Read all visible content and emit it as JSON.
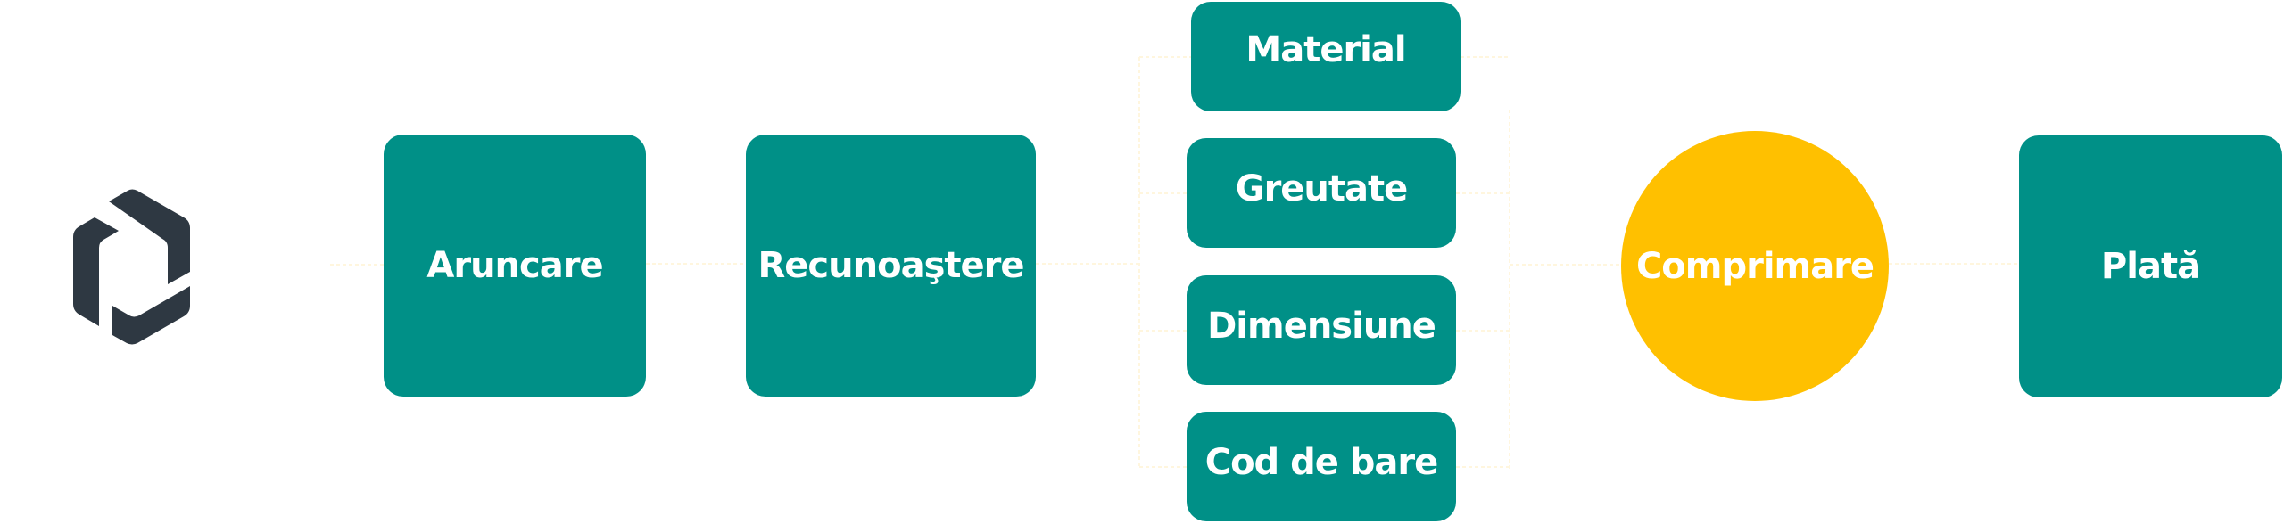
{
  "diagram": {
    "title": "",
    "colors": {
      "step_fill": "#009087",
      "highlight_fill": "#FFC000",
      "text": "#FFFFFF",
      "logo": "#2E3842",
      "connector": "#FFF6DE"
    },
    "logo": {
      "icon": "hexagon-logo-icon"
    },
    "steps": [
      {
        "id": "aruncare",
        "label": "Aruncare",
        "shape": "rounded-box"
      },
      {
        "id": "recunoastere",
        "label": "Recunoaştere",
        "shape": "rounded-box"
      },
      {
        "id": "criteria",
        "group": [
          {
            "id": "material",
            "label": "Material",
            "shape": "rounded-box"
          },
          {
            "id": "greutate",
            "label": "Greutate",
            "shape": "rounded-box"
          },
          {
            "id": "dimensiune",
            "label": "Dimensiune",
            "shape": "rounded-box"
          },
          {
            "id": "codbare",
            "label": "Cod de bare",
            "shape": "rounded-box"
          }
        ]
      },
      {
        "id": "comprimare",
        "label": "Comprimare",
        "shape": "circle"
      },
      {
        "id": "plata",
        "label": "Plată",
        "shape": "rounded-box"
      }
    ],
    "labels": {
      "aruncare": "Aruncare",
      "recunoastere": "Recunoaştere",
      "material": "Material",
      "greutate": "Greutate",
      "dimensiune": "Dimensiune",
      "codbare": "Cod de bare",
      "comprimare": "Comprimare",
      "plata": "Plată"
    },
    "edges": [
      [
        "logo",
        "aruncare"
      ],
      [
        "aruncare",
        "recunoastere"
      ],
      [
        "recunoastere",
        "material"
      ],
      [
        "recunoastere",
        "greutate"
      ],
      [
        "recunoastere",
        "dimensiune"
      ],
      [
        "recunoastere",
        "codbare"
      ],
      [
        "material",
        "comprimare"
      ],
      [
        "greutate",
        "comprimare"
      ],
      [
        "dimensiune",
        "comprimare"
      ],
      [
        "codbare",
        "comprimare"
      ],
      [
        "comprimare",
        "plata"
      ]
    ]
  }
}
